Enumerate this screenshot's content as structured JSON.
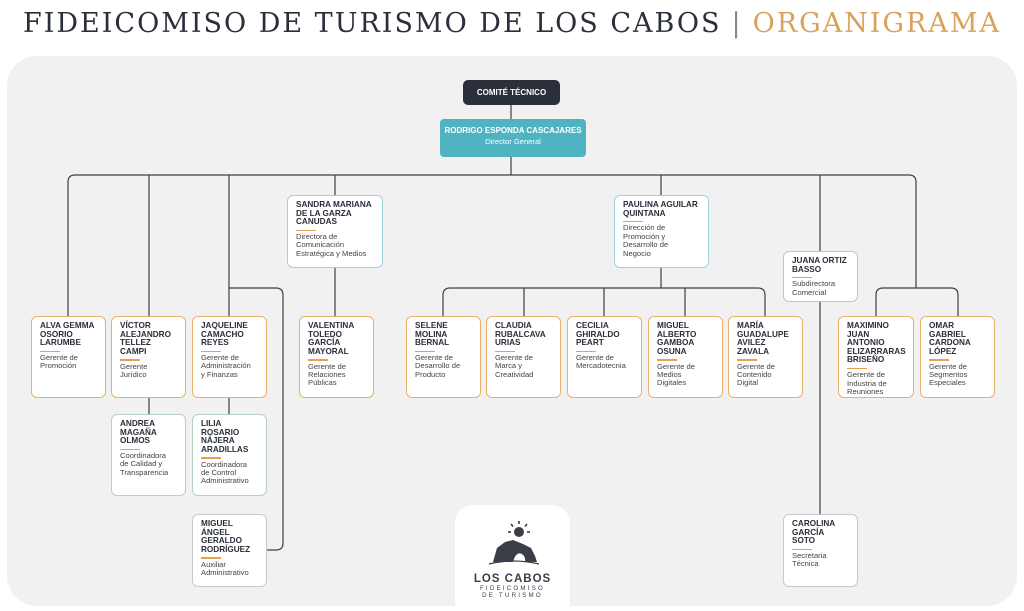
{
  "header": {
    "title_main": "FIDEICOMISO DE TURISMO DE LOS CABOS",
    "title_sep": "|",
    "title_accent": "ORGANIGRAMA"
  },
  "top": {
    "committee": "COMITÉ TÉCNICO",
    "director_name": "RODRIGO ESPONDA CASCAJARES",
    "director_role": "Director General"
  },
  "people": {
    "sandra": {
      "name": "SANDRA MARIANA\nDE LA GARZA\nCANUDAS",
      "role": "Directora de\nComunicación\nEstratégica y Medios"
    },
    "paulina": {
      "name": "PAULINA AGUILAR\nQUINTANA",
      "role": "Dirección de\nPromoción y\nDesarrollo de\nNegocio"
    },
    "juana": {
      "name": "JUANA ORTIZ\nBASSO",
      "role": "Subdirectora\nComercial"
    },
    "alva": {
      "name": "ALVA GEMMA\nOSORIO\nLARUMBE",
      "role": "Gerente de\nPromoción"
    },
    "victor": {
      "name": "VÍCTOR\nALEJANDRO\nTELLEZ\nCAMPI",
      "role": "Gerente\nJurídico"
    },
    "jaqueline": {
      "name": "JAQUELINE\nCAMACHO\nREYES",
      "role": "Gerente de\nAdministración\ny Finanzas"
    },
    "valentina": {
      "name": "VALENTINA\nTOLEDO\nGARCÍA\nMAYORAL",
      "role": "Gerente de\nRelaciones\nPúblicas"
    },
    "selene": {
      "name": "SELENE\nMOLINA\nBERNAL",
      "role": "Gerente de\nDesarrollo de\nProducto"
    },
    "claudia": {
      "name": "CLAUDIA\nRUBALCAVA\nURIAS",
      "role": "Gerente de\nMarca y\nCreatividad"
    },
    "cecilia": {
      "name": "CECILIA\nGHIRALDO\nPEART",
      "role": "Gerente de\nMercadotecnia"
    },
    "miguel_g": {
      "name": "MIGUEL\nALBERTO\nGAMBOA\nOSUNA",
      "role": "Gerente de\nMedios\nDigitales"
    },
    "maria": {
      "name": "MARÍA\nGUADALUPE\nAVILEZ\nZAVALA",
      "role": "Gerente de\nContenido\nDigital"
    },
    "maximino": {
      "name": "MAXIMINO\nJUAN ANTONIO\nELIZARRARAS\nBRISEÑO",
      "role": "Gerente de\nIndustria de\nReuniones"
    },
    "omar": {
      "name": "OMAR\nGABRIEL\nCARDONA\nLÓPEZ",
      "role": "Gerente de\nSegmentos\nEspeciales"
    },
    "andrea": {
      "name": "ANDREA\nMAGAÑA\nOLMOS",
      "role": "Coordinadora\nde Calidad y\nTransparencia"
    },
    "lilia": {
      "name": "LILIA\nROSARIO\nNÁJERA\nARADILLAS",
      "role": "Coordinadora\nde Control\nAdministrativo"
    },
    "miguel_r": {
      "name": "MIGUEL\nÁNGEL\nGERALDO\nRODRÍGUEZ",
      "role": "Auxiliar\nAdministrativo"
    },
    "carolina": {
      "name": "CAROLINA\nGARCÍA SOTO",
      "role": "Secretaria\nTécnica"
    }
  },
  "logo": {
    "brand": "LOS CABOS",
    "line1": "FIDEICOMISO",
    "line2": "DE TURISMO"
  },
  "colors": {
    "accent_orange": "#e9b168",
    "director_teal": "#4fb3c1",
    "committee_dark": "#2b2f3a",
    "border_blue": "#9fd3dc",
    "border_green": "#b8cfc2"
  }
}
